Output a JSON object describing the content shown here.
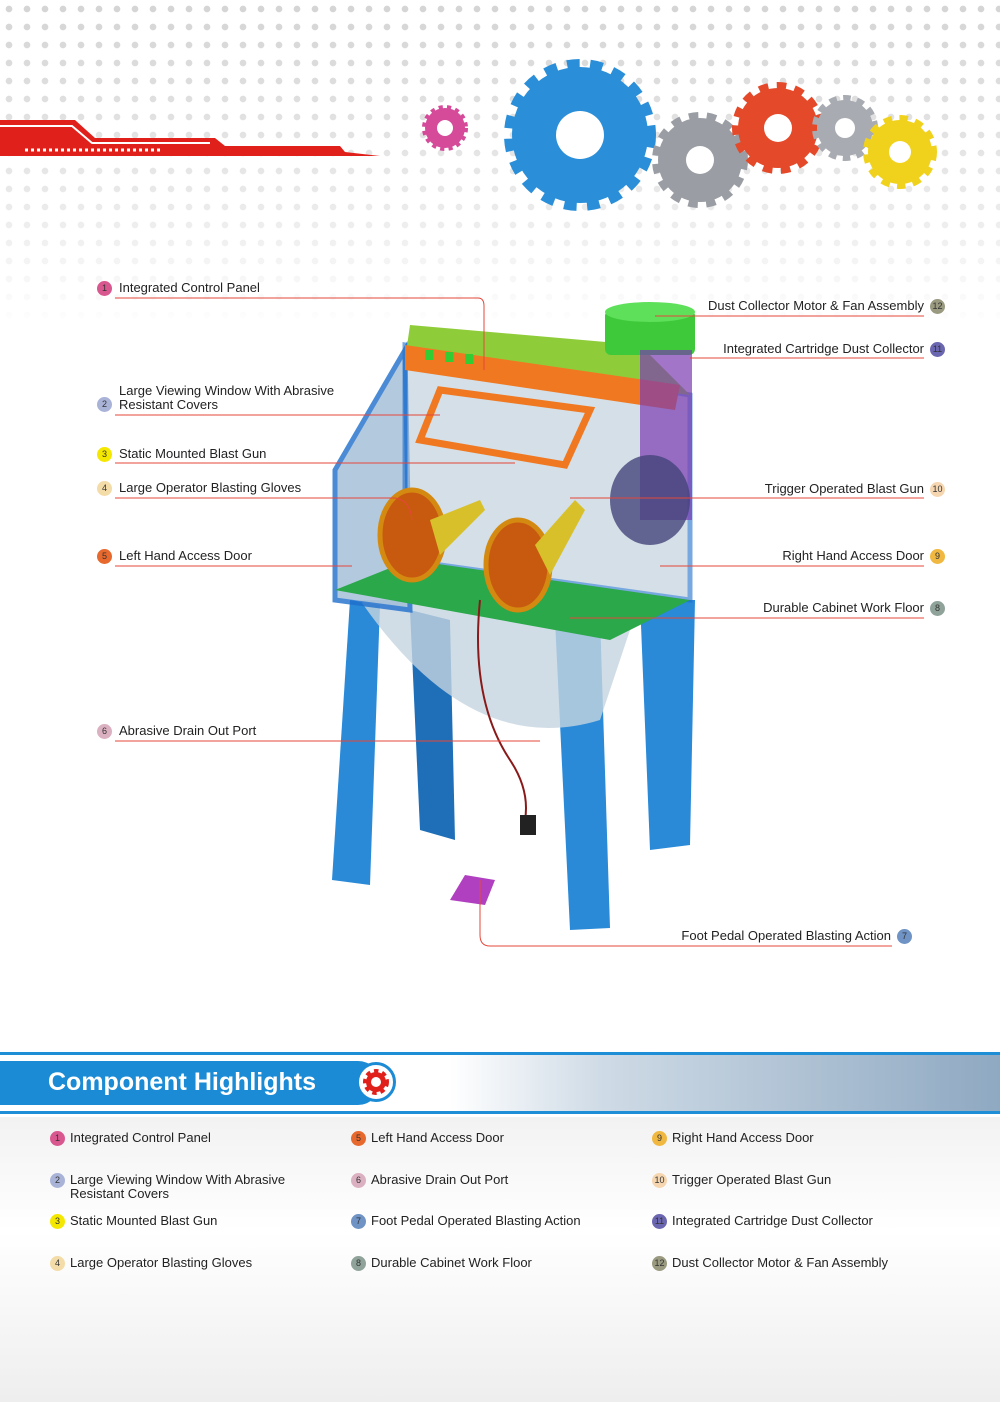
{
  "components": [
    {
      "num": "1",
      "label": "Integrated Control Panel",
      "color": "#d9578f"
    },
    {
      "num": "2",
      "label": "Large Viewing Window With Abrasive",
      "label2": "Resistant Covers",
      "color": "#a9b3d8"
    },
    {
      "num": "3",
      "label": "Static Mounted Blast Gun",
      "color": "#f5e800"
    },
    {
      "num": "4",
      "label": "Large Operator Blasting Gloves",
      "color": "#f3dca8"
    },
    {
      "num": "5",
      "label": "Left Hand Access Door",
      "color": "#e8692e"
    },
    {
      "num": "6",
      "label": "Abrasive Drain Out Port",
      "color": "#dbb0c0"
    },
    {
      "num": "7",
      "label": "Foot Pedal Operated Blasting Action",
      "color": "#6e93c4"
    },
    {
      "num": "8",
      "label": "Durable Cabinet Work Floor",
      "color": "#8fa39a"
    },
    {
      "num": "9",
      "label": "Right Hand Access Door",
      "color": "#f0b840"
    },
    {
      "num": "10",
      "label": "Trigger Operated Blast Gun",
      "color": "#f5d6b0"
    },
    {
      "num": "11",
      "label": "Integrated Cartridge Dust Collector",
      "color": "#6a66b0"
    },
    {
      "num": "12",
      "label": "Dust Collector Motor & Fan Assembly",
      "color": "#9a9a80"
    }
  ],
  "highlights": {
    "title": "Component Highlights"
  },
  "colors": {
    "accent_red": "#e0201b",
    "brand_blue": "#1a8bd4",
    "leader_line": "#e5473a"
  }
}
